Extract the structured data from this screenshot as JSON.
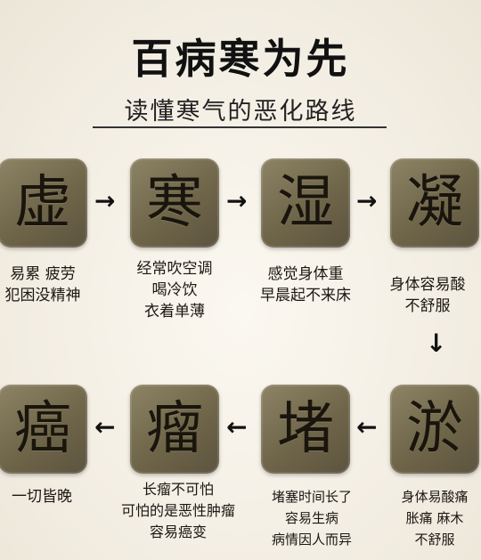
{
  "title": "百病寒为先",
  "subtitle": "读懂寒气的恶化路线",
  "top_row": [
    {
      "char": "虚",
      "lines": [
        "易累 疲劳",
        "犯困没精神"
      ]
    },
    {
      "char": "寒",
      "lines": [
        "经常吹空调",
        "喝冷饮",
        "衣着单薄"
      ]
    },
    {
      "char": "湿",
      "lines": [
        "感觉身体重",
        "早晨起不来床"
      ]
    },
    {
      "char": "凝",
      "lines": [
        "身体容易酸",
        "不舒服"
      ]
    }
  ],
  "bottom_row": [
    {
      "char": "癌",
      "lines": [
        "一切皆晚"
      ]
    },
    {
      "char": "瘤",
      "lines": [
        "长瘤不可怕",
        "可怕的是恶性肿瘤",
        "容易癌变"
      ]
    },
    {
      "char": "堵",
      "lines": [
        "堵塞时间长了",
        "容易生病",
        "病情因人而异"
      ]
    },
    {
      "char": "淤",
      "lines": [
        "身体易酸痛",
        "胀痛 麻木",
        "不舒服"
      ]
    }
  ],
  "arrows": {
    "right": "→",
    "left": "←",
    "down": "↓"
  }
}
